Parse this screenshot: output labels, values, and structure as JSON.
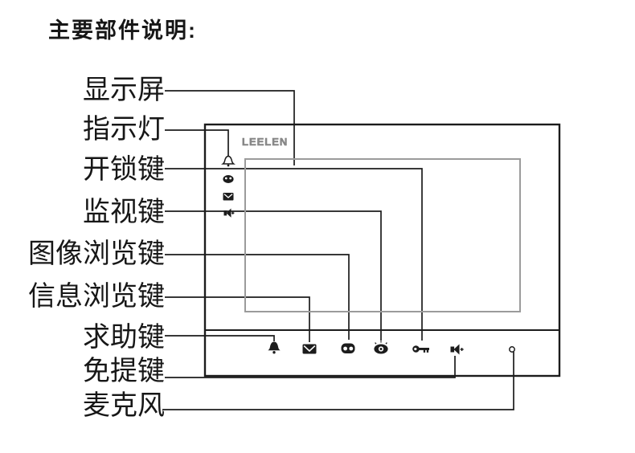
{
  "title": "主要部件说明:",
  "device": {
    "brand": "LEELEN",
    "indicator_icons": [
      "bell-icon",
      "eye-icon",
      "envelope-icon",
      "speaker-icon"
    ],
    "button_icons": [
      "bell-icon",
      "envelope-icon",
      "camera-icon",
      "eye-icon",
      "key-icon",
      "speaker-icon"
    ],
    "microphone_mark": "microphone-hole"
  },
  "labels": [
    {
      "id": "display-screen",
      "text": "显示屏"
    },
    {
      "id": "indicator-light",
      "text": "指示灯"
    },
    {
      "id": "unlock-key",
      "text": "开锁键"
    },
    {
      "id": "monitor-key",
      "text": "监视键"
    },
    {
      "id": "image-browse-key",
      "text": "图像浏览键"
    },
    {
      "id": "message-browse-key",
      "text": "信息浏览键"
    },
    {
      "id": "help-key",
      "text": "求助键"
    },
    {
      "id": "handsfree-key",
      "text": "免提键"
    },
    {
      "id": "microphone",
      "text": "麦克风"
    }
  ],
  "colors": {
    "line": "#1c1c1c",
    "screen_border": "#9b9b9b",
    "logo_gray": "#8c8c8c"
  }
}
